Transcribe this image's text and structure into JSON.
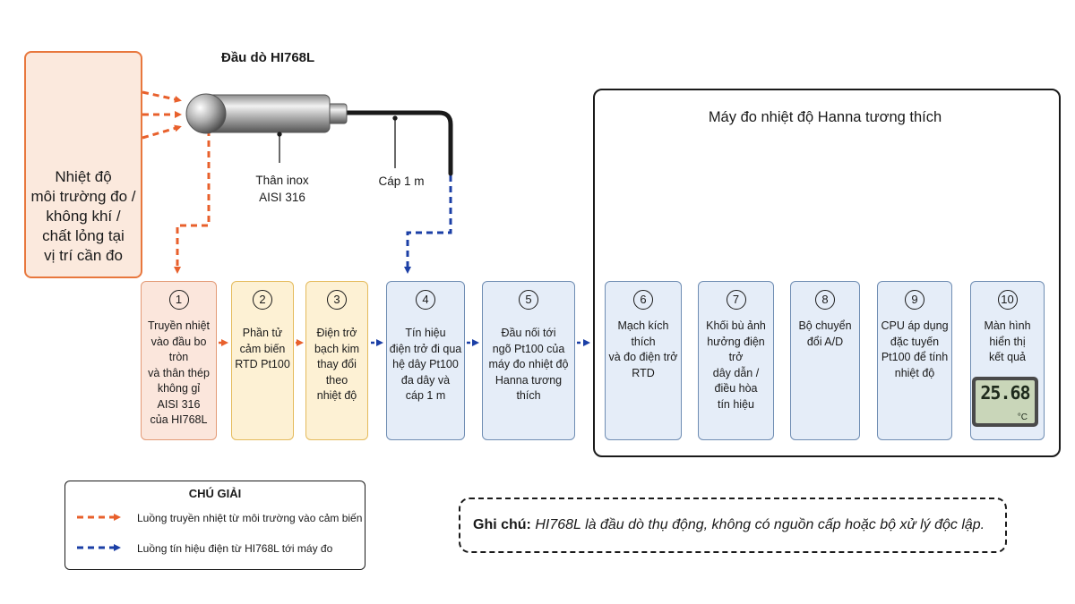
{
  "environment": {
    "label": "Nhiệt độ\nmôi trường đo /\nkhông khí /\nchất lỏng tại\nvị trí cần đo",
    "icons": [
      "sun-icon",
      "cloud-icon",
      "water-waves-icon"
    ]
  },
  "probe": {
    "title": "Đầu dò HI768L",
    "body_label": "Thân inox\nAISI 316",
    "cable_label": "Cáp 1 m"
  },
  "meter": {
    "title": "Máy đo nhiệt độ Hanna tương thích",
    "display_value": "25.68",
    "display_unit": "°C"
  },
  "steps": [
    {
      "number": "1",
      "text": "Truyền nhiệt\nvào đầu bo tròn\nvà thân thép\nkhông gỉ\nAISI 316\ncủa HI768L"
    },
    {
      "number": "2",
      "text": "Phần tử\ncảm biến\nRTD Pt100"
    },
    {
      "number": "3",
      "text": "Điện trở\nbạch kim\nthay đổi theo\nnhiệt độ"
    },
    {
      "number": "4",
      "text": "Tín hiệu\nđiện trở đi qua\nhệ dây Pt100\nđa dây và\ncáp 1 m"
    },
    {
      "number": "5",
      "text": "Đầu nối tới\nngõ Pt100 của\nmáy đo nhiệt độ\nHanna tương thích"
    },
    {
      "number": "6",
      "text": "Mạch kích thích\nvà đo điện trở\nRTD"
    },
    {
      "number": "7",
      "text": "Khối bù ảnh\nhưởng điện trở\ndây dẫn /\nđiều hòa\ntín hiệu"
    },
    {
      "number": "8",
      "text": "Bộ chuyển\nđổi A/D"
    },
    {
      "number": "9",
      "text": "CPU áp dụng\nđặc tuyến\nPt100 để tính\nnhiệt độ"
    },
    {
      "number": "10",
      "text": "Màn hình\nhiển thị\nkết quả"
    }
  ],
  "legend": {
    "title": "CHÚ GIẢI",
    "heat_flow": "Luồng truyền nhiệt từ môi trường vào cảm biến",
    "signal_flow": "Luồng tín hiệu điện từ HI768L tới máy đo"
  },
  "note": {
    "label": "Ghi chú:",
    "text": "HI768L là đầu dò thụ động, không có nguồn cấp hoặc bộ xử lý độc lập."
  },
  "colors": {
    "heat_arrow": "#e8602c",
    "signal_arrow": "#1b3fa6",
    "orange_fill": "#fbe6dc",
    "yellow_fill": "#fdf1d4",
    "blue_fill": "#e5edf8"
  }
}
